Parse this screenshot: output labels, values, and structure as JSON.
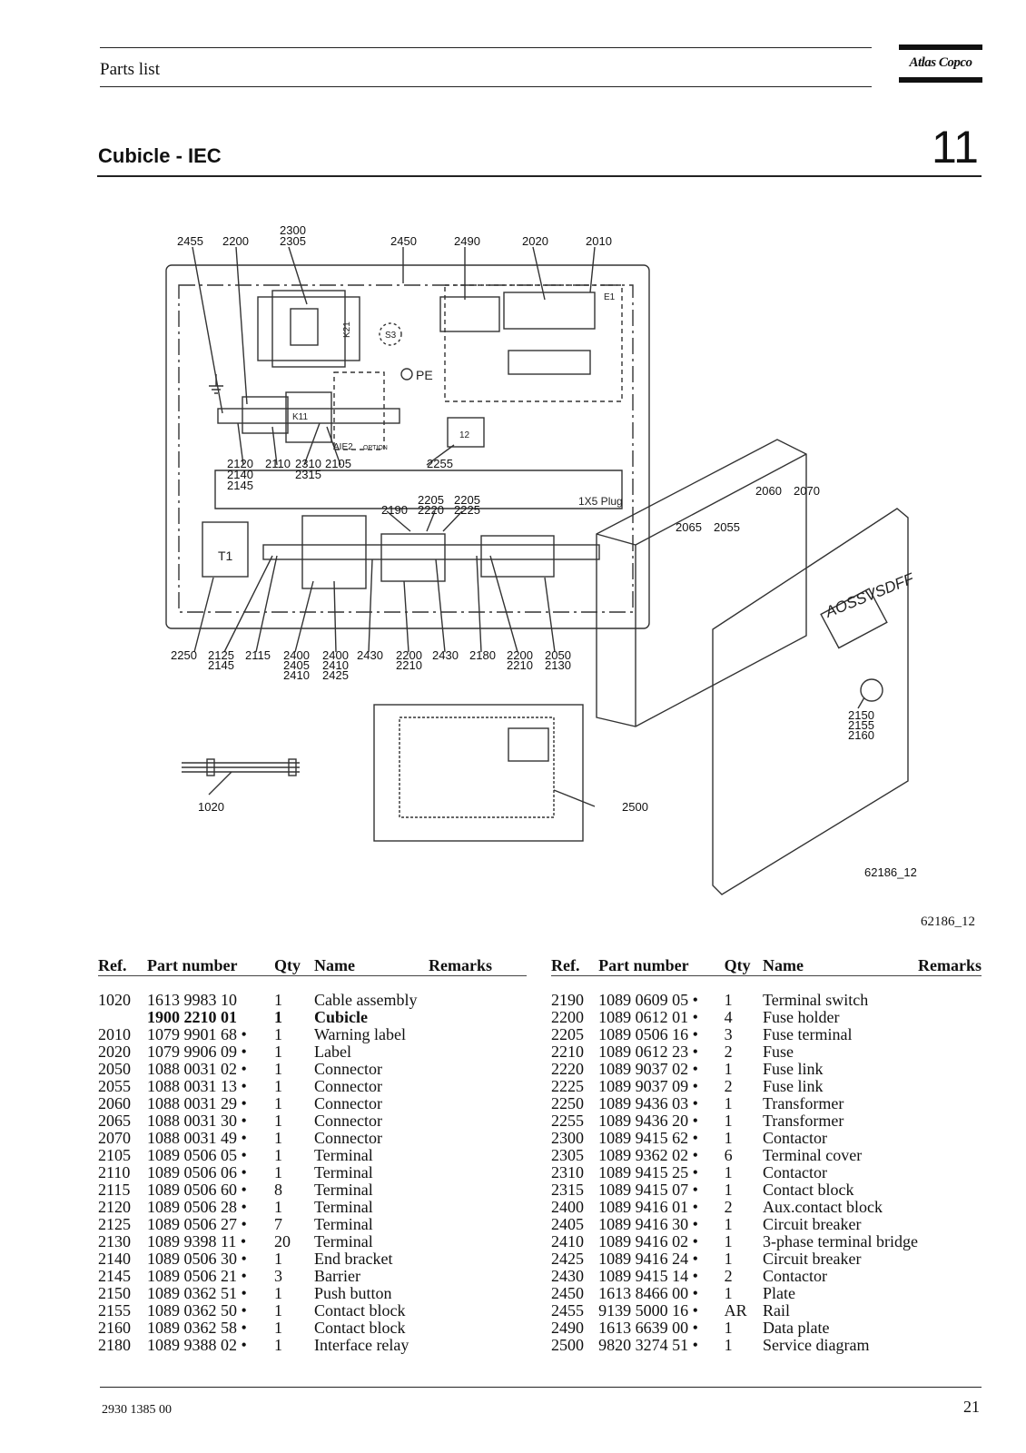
{
  "header": {
    "section_label": "Parts list",
    "brand": "Atlas Copco"
  },
  "title": {
    "text": "Cubicle - IEC",
    "chapter": "11"
  },
  "figure": {
    "caption_inside": "62186_12",
    "caption_below": "62186_12",
    "callouts": {
      "c2455": "2455",
      "c2200": "2200",
      "c2300": "2300",
      "c2305": "2305",
      "c2450": "2450",
      "c2490": "2490",
      "c2020": "2020",
      "c2010": "2010",
      "c2120": "2120",
      "c2140": "2140",
      "c2145": "2145",
      "c2110": "2110",
      "c2310": "2310",
      "c2315": "2315",
      "c2105": "2105",
      "c2255": "2255",
      "c2190": "2190",
      "c2205a": "2205",
      "c2220": "2220",
      "c2205b": "2205",
      "c2225": "2225",
      "c2060": "2060",
      "c2070": "2070",
      "c2065": "2065",
      "c2055": "2055",
      "c2250": "2250",
      "c2125": "2125",
      "c2145b": "2145",
      "c2115": "2115",
      "c2400a": "2400",
      "c2405": "2405",
      "c2410a": "2410",
      "c2400b": "2400",
      "c2410b": "2410",
      "c2425": "2425",
      "c2430a": "2430",
      "c2200b": "2200",
      "c2210a": "2210",
      "c2430b": "2430",
      "c2180": "2180",
      "c2200c": "2200",
      "c2210b": "2210",
      "c2050": "2050",
      "c2130": "2130",
      "c1020": "1020",
      "c2500": "2500",
      "c2150": "2150",
      "c2155": "2155",
      "c2160": "2160"
    },
    "labels": {
      "e1": "E1",
      "pe": "PE",
      "s3": "S3",
      "k21": "K21",
      "k11": "K11",
      "aie2": "AIE2",
      "option": "OPTION",
      "plug": "1X5 Plug",
      "t1": "T1",
      "panel": "AOSSVSDFF",
      "x12": "12"
    }
  },
  "table_headers": {
    "ref": "Ref.",
    "part": "Part number",
    "qty": "Qty",
    "name": "Name",
    "remarks": "Remarks"
  },
  "parts_left": [
    {
      "ref": "1020",
      "part": "1613 9983 10",
      "qty": "1",
      "name": "Cable assembly"
    },
    {
      "ref": "",
      "part": "1900 2210 01",
      "qty": "1",
      "name": "Cubicle",
      "bold": true
    },
    {
      "ref": "2010",
      "part": "1079 9901 68 •",
      "qty": "1",
      "name": "Warning label"
    },
    {
      "ref": "2020",
      "part": "1079 9906 09 •",
      "qty": "1",
      "name": "Label"
    },
    {
      "ref": "2050",
      "part": "1088 0031 02 •",
      "qty": "1",
      "name": "Connector"
    },
    {
      "ref": "2055",
      "part": "1088 0031 13 •",
      "qty": "1",
      "name": "Connector"
    },
    {
      "ref": "2060",
      "part": "1088 0031 29 •",
      "qty": "1",
      "name": "Connector"
    },
    {
      "ref": "2065",
      "part": "1088 0031 30 •",
      "qty": "1",
      "name": "Connector"
    },
    {
      "ref": "2070",
      "part": "1088 0031 49 •",
      "qty": "1",
      "name": "Connector"
    },
    {
      "ref": "2105",
      "part": "1089 0506 05 •",
      "qty": "1",
      "name": "Terminal"
    },
    {
      "ref": "2110",
      "part": "1089 0506 06 •",
      "qty": "1",
      "name": "Terminal"
    },
    {
      "ref": "2115",
      "part": "1089 0506 60 •",
      "qty": "8",
      "name": "Terminal"
    },
    {
      "ref": "2120",
      "part": "1089 0506 28 •",
      "qty": "1",
      "name": "Terminal"
    },
    {
      "ref": "2125",
      "part": "1089 0506 27 •",
      "qty": "7",
      "name": "Terminal"
    },
    {
      "ref": "2130",
      "part": "1089 9398 11 •",
      "qty": "20",
      "name": "Terminal"
    },
    {
      "ref": "2140",
      "part": "1089 0506 30 •",
      "qty": "1",
      "name": "End bracket"
    },
    {
      "ref": "2145",
      "part": "1089 0506 21 •",
      "qty": "3",
      "name": "Barrier"
    },
    {
      "ref": "2150",
      "part": "1089 0362 51 •",
      "qty": "1",
      "name": "Push button"
    },
    {
      "ref": "2155",
      "part": "1089 0362 50 •",
      "qty": "1",
      "name": "Contact block"
    },
    {
      "ref": "2160",
      "part": "1089 0362 58 •",
      "qty": "1",
      "name": "Contact block"
    },
    {
      "ref": "2180",
      "part": "1089 9388 02 •",
      "qty": "1",
      "name": "Interface relay"
    }
  ],
  "parts_right": [
    {
      "ref": "2190",
      "part": "1089 0609 05 •",
      "qty": "1",
      "name": "Terminal switch"
    },
    {
      "ref": "2200",
      "part": "1089 0612 01 •",
      "qty": "4",
      "name": "Fuse holder"
    },
    {
      "ref": "2205",
      "part": "1089 0506 16 •",
      "qty": "3",
      "name": "Fuse terminal"
    },
    {
      "ref": "2210",
      "part": "1089 0612 23 •",
      "qty": "2",
      "name": "Fuse"
    },
    {
      "ref": "2220",
      "part": "1089 9037 02 •",
      "qty": "1",
      "name": "Fuse link"
    },
    {
      "ref": "2225",
      "part": "1089 9037 09 •",
      "qty": "2",
      "name": "Fuse link"
    },
    {
      "ref": "2250",
      "part": "1089 9436 03 •",
      "qty": "1",
      "name": "Transformer"
    },
    {
      "ref": "2255",
      "part": "1089 9436 20 •",
      "qty": "1",
      "name": "Transformer"
    },
    {
      "ref": "2300",
      "part": "1089 9415 62 •",
      "qty": "1",
      "name": "Contactor"
    },
    {
      "ref": "2305",
      "part": "1089 9362 02 •",
      "qty": "6",
      "name": "Terminal cover"
    },
    {
      "ref": "2310",
      "part": "1089 9415 25 •",
      "qty": "1",
      "name": "Contactor"
    },
    {
      "ref": "2315",
      "part": "1089 9415 07 •",
      "qty": "1",
      "name": "Contact block"
    },
    {
      "ref": "2400",
      "part": "1089 9416 01 •",
      "qty": "2",
      "name": "Aux.contact block"
    },
    {
      "ref": "2405",
      "part": "1089 9416 30 •",
      "qty": "1",
      "name": "Circuit breaker"
    },
    {
      "ref": "2410",
      "part": "1089 9416 02 •",
      "qty": "1",
      "name": "3-phase terminal bridge"
    },
    {
      "ref": "2425",
      "part": "1089 9416 24 •",
      "qty": "1",
      "name": "Circuit breaker"
    },
    {
      "ref": "2430",
      "part": "1089 9415 14 •",
      "qty": "2",
      "name": "Contactor"
    },
    {
      "ref": "2450",
      "part": "1613 8466 00 •",
      "qty": "1",
      "name": "Plate"
    },
    {
      "ref": "2455",
      "part": "9139 5000 16 •",
      "qty": "AR",
      "name": "Rail"
    },
    {
      "ref": "2490",
      "part": "1613 6639 00 •",
      "qty": "1",
      "name": "Data plate"
    },
    {
      "ref": "2500",
      "part": "9820 3274 51 •",
      "qty": "1",
      "name": "Service diagram"
    }
  ],
  "footer": {
    "doc_number": "2930 1385 00",
    "page_number": "21"
  }
}
